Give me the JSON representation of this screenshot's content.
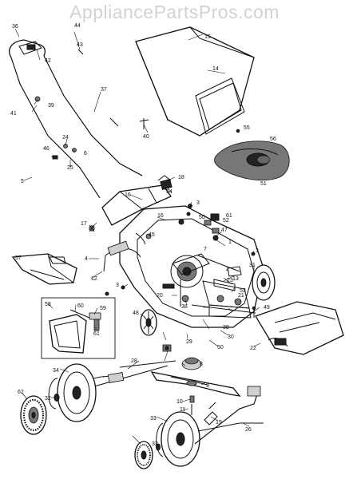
{
  "watermark": "AppliancePartsPros.com",
  "callouts": [
    {
      "id": "c1",
      "text": "1"
    },
    {
      "id": "c2",
      "text": "2"
    },
    {
      "id": "c3a",
      "text": "3"
    },
    {
      "id": "c3b",
      "text": "3"
    },
    {
      "id": "c3c",
      "text": "3"
    },
    {
      "id": "c4",
      "text": "4"
    },
    {
      "id": "c5",
      "text": "5"
    },
    {
      "id": "c6",
      "text": "6"
    },
    {
      "id": "c7",
      "text": "7"
    },
    {
      "id": "c8",
      "text": "8"
    },
    {
      "id": "c9",
      "text": "9"
    },
    {
      "id": "c10",
      "text": "10"
    },
    {
      "id": "c11",
      "text": "11"
    },
    {
      "id": "c12",
      "text": "12"
    },
    {
      "id": "c13",
      "text": "13"
    },
    {
      "id": "c14",
      "text": "14"
    },
    {
      "id": "c15",
      "text": "15"
    },
    {
      "id": "c16a",
      "text": "16"
    },
    {
      "id": "c16b",
      "text": "16"
    },
    {
      "id": "c17",
      "text": "17"
    },
    {
      "id": "c18",
      "text": "18"
    },
    {
      "id": "c19",
      "text": "19"
    },
    {
      "id": "c20",
      "text": "20"
    },
    {
      "id": "c21",
      "text": "21"
    },
    {
      "id": "c22",
      "text": "22"
    },
    {
      "id": "c23",
      "text": "23"
    },
    {
      "id": "c24",
      "text": "24"
    },
    {
      "id": "c25",
      "text": "25"
    },
    {
      "id": "c26",
      "text": "26"
    },
    {
      "id": "c28",
      "text": "28"
    },
    {
      "id": "c29",
      "text": "29"
    },
    {
      "id": "c30",
      "text": "30"
    },
    {
      "id": "c31",
      "text": "31"
    },
    {
      "id": "c32a",
      "text": "32"
    },
    {
      "id": "c32b",
      "text": "32"
    },
    {
      "id": "c33",
      "text": "33"
    },
    {
      "id": "c34",
      "text": "34"
    },
    {
      "id": "c36",
      "text": "36"
    },
    {
      "id": "c37",
      "text": "37"
    },
    {
      "id": "c38a",
      "text": "38"
    },
    {
      "id": "c38b",
      "text": "38"
    },
    {
      "id": "c39",
      "text": "39"
    },
    {
      "id": "c40",
      "text": "40"
    },
    {
      "id": "c41",
      "text": "41"
    },
    {
      "id": "c42",
      "text": "42"
    },
    {
      "id": "c43",
      "text": "43"
    },
    {
      "id": "c44",
      "text": "44"
    },
    {
      "id": "c45",
      "text": "45"
    },
    {
      "id": "c46",
      "text": "46"
    },
    {
      "id": "c47",
      "text": "47"
    },
    {
      "id": "c48",
      "text": "48"
    },
    {
      "id": "c49",
      "text": "49"
    },
    {
      "id": "c50a",
      "text": "50"
    },
    {
      "id": "c50b",
      "text": "50"
    },
    {
      "id": "c51",
      "text": "51"
    },
    {
      "id": "c52",
      "text": "52"
    },
    {
      "id": "c53",
      "text": "53"
    },
    {
      "id": "c54",
      "text": "54"
    },
    {
      "id": "c55",
      "text": "55"
    },
    {
      "id": "c56",
      "text": "56"
    },
    {
      "id": "c57",
      "text": "57"
    },
    {
      "id": "c58",
      "text": "58"
    },
    {
      "id": "c59",
      "text": "59"
    },
    {
      "id": "c60",
      "text": "60"
    },
    {
      "id": "c61a",
      "text": "61"
    },
    {
      "id": "c61b",
      "text": "61"
    },
    {
      "id": "c62",
      "text": "62"
    }
  ]
}
